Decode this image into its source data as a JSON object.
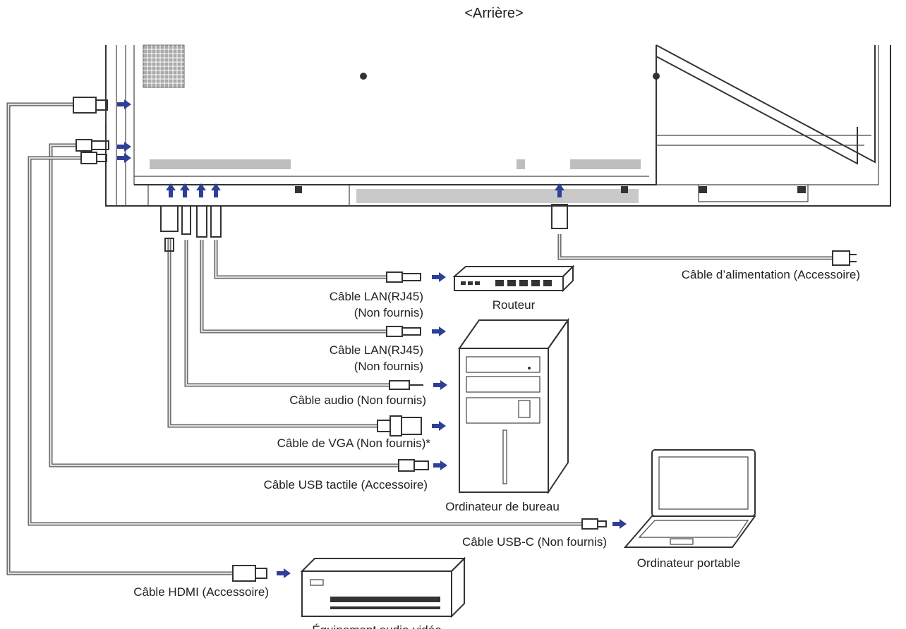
{
  "title": "<Arrière>",
  "colors": {
    "arrow": "#2f3f96",
    "line": "#333333",
    "cable": "#555555"
  },
  "labels": {
    "power_cable": "Câble d’alimentation (Accessoire)",
    "lan1_a": "Câble LAN(RJ45)",
    "lan1_b": "(Non fournis)",
    "router": "Routeur",
    "lan2_a": "Câble LAN(RJ45)",
    "lan2_b": "(Non fournis)",
    "audio": "Câble audio (Non fournis)",
    "vga": "Câble de VGA (Non fournis)*",
    "usb_touch": "Câble USB tactile (Accessoire)",
    "desktop": "Ordinateur de bureau",
    "usbc": "Câble USB-C (Non fournis)",
    "laptop": "Ordinateur portable",
    "hdmi": "Câble HDMI (Accessoire)",
    "player": "Équipement audio-vidéo"
  },
  "icons": [
    "blue-arrow-icon",
    "hdmi-plug-icon",
    "usb-plug-icon",
    "usbc-plug-icon",
    "rj45-plug-icon",
    "audio-jack-icon",
    "vga-plug-icon",
    "power-plug-icon"
  ]
}
